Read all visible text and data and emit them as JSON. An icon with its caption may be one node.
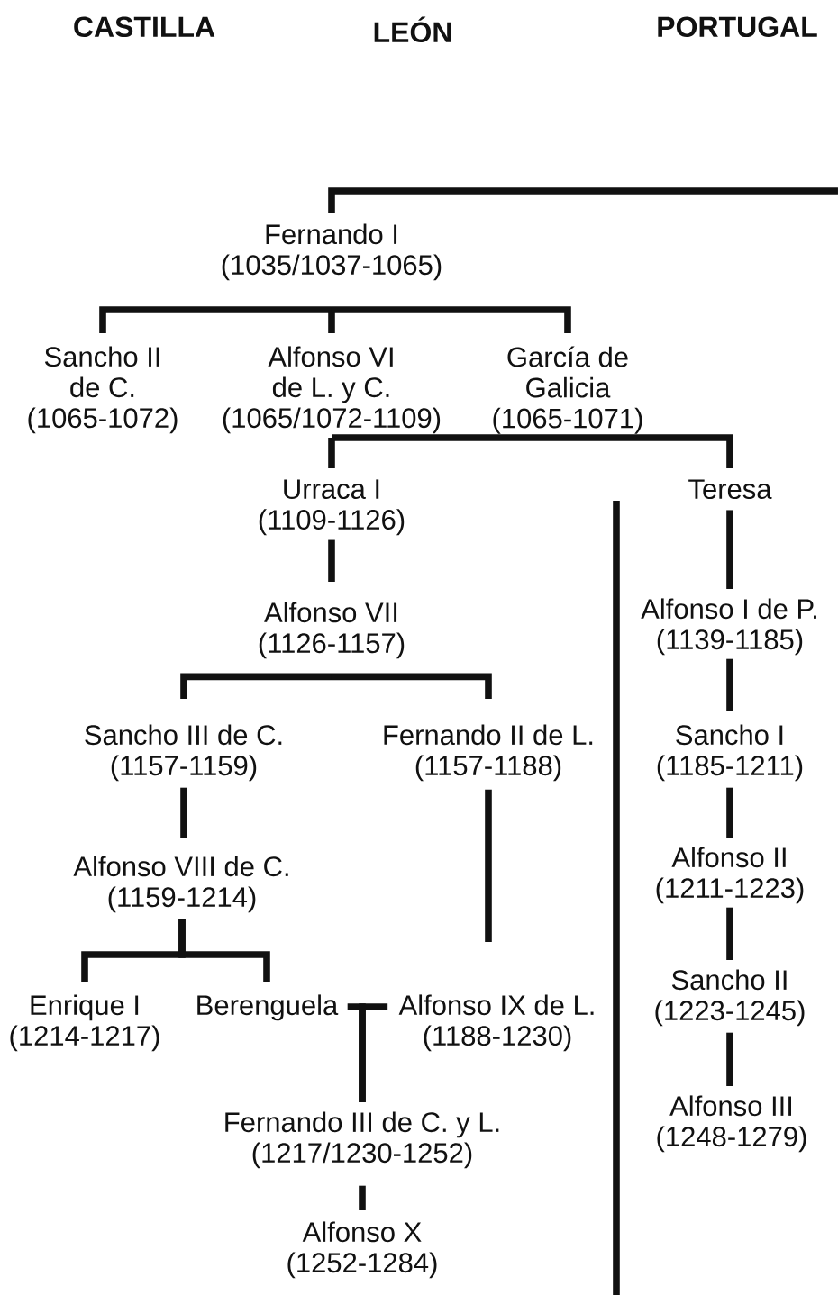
{
  "diagram": {
    "nodes": [
      {
        "text": [
          "Fernando I",
          "(1035/1037-1065)"
        ]
      },
      {
        "text": [
          "Sancho II de C.",
          "(1065-1072)"
        ]
      },
      {
        "text": [
          "Alfonso VI de L. y C.",
          "(1065/1072-1109)"
        ]
      },
      {
        "text": [
          "García de Galicia",
          "(1065-1071)"
        ]
      },
      {
        "text": [
          "Urraca I",
          "(1109-1126)"
        ]
      },
      {
        "text": [
          "Teresa"
        ]
      },
      {
        "text": [
          "Alfonso VII",
          "(1126-1157)"
        ]
      },
      {
        "text": [
          "Alfonso I de P.",
          "(1139-1185)"
        ]
      },
      {
        "text": [
          "Sancho III de C.",
          "(1157-1159)"
        ]
      },
      {
        "text": [
          "Fernando II de L.",
          "(1157-1188)"
        ]
      },
      {
        "text": [
          "Sancho I",
          "(1185-1211)"
        ]
      },
      {
        "text": [
          "Alfonso II",
          "(1211-1223)"
        ]
      },
      {
        "text": [
          "Alfonso VIII de C.",
          "(1159-1214)"
        ]
      },
      {
        "text": [
          "Sancho II",
          "(1223-1245)"
        ]
      },
      {
        "text": [
          "Enrique I",
          "(1214-1217)"
        ]
      },
      {
        "text": [
          "Berenguela"
        ]
      },
      {
        "text": [
          "Alfonso IX de L.",
          "(1188-1230)"
        ]
      },
      {
        "text": [
          "Alfonso III",
          "(1248-1279)"
        ]
      },
      {
        "text": [
          "Fernando III de C. y L.",
          "(1217/1230-1252)"
        ]
      },
      {
        "text": [
          "Alfonso X",
          "(1252-1284)"
        ]
      }
    ],
    "edges": [
      {
        "from": null,
        "to": 0,
        "arrow": "none"
      },
      {
        "from": 0,
        "to": 1,
        "arrow": "none"
      },
      {
        "from": 0,
        "to": 2,
        "arrow": "none"
      },
      {
        "from": 0,
        "to": 3,
        "arrow": "none"
      },
      {
        "from": 2,
        "to": 4,
        "arrow": "none"
      },
      {
        "from": 2,
        "to": 5,
        "arrow": "none"
      },
      {
        "from": 4,
        "to": 6,
        "arrow": "none"
      },
      {
        "from": 5,
        "to": 7,
        "arrow": "none"
      },
      {
        "from": 6,
        "to": 8,
        "arrow": "none"
      },
      {
        "from": 6,
        "to": 9,
        "arrow": "none"
      },
      {
        "from": 7,
        "to": 10,
        "arrow": "none"
      },
      {
        "from": 8,
        "to": 12,
        "arrow": "none"
      },
      {
        "from": 9,
        "to": 16,
        "arrow": "none"
      },
      {
        "from": 10,
        "to": 11,
        "arrow": "none"
      },
      {
        "from": 12,
        "to": 14,
        "arrow": "none"
      },
      {
        "from": 12,
        "to": 15,
        "arrow": "none"
      },
      {
        "from": 11,
        "to": 13,
        "arrow": "none"
      },
      {
        "from": 15,
        "to": 18,
        "arrow": "none"
      },
      {
        "from": 16,
        "to": 18,
        "arrow": "none"
      },
      {
        "from": 13,
        "to": 17,
        "arrow": "none"
      },
      {
        "from": 18,
        "to": 19,
        "arrow": "none"
      }
    ],
    "labels": [
      "CASTILLA",
      "LEÓN",
      "PORTUGAL"
    ]
  }
}
